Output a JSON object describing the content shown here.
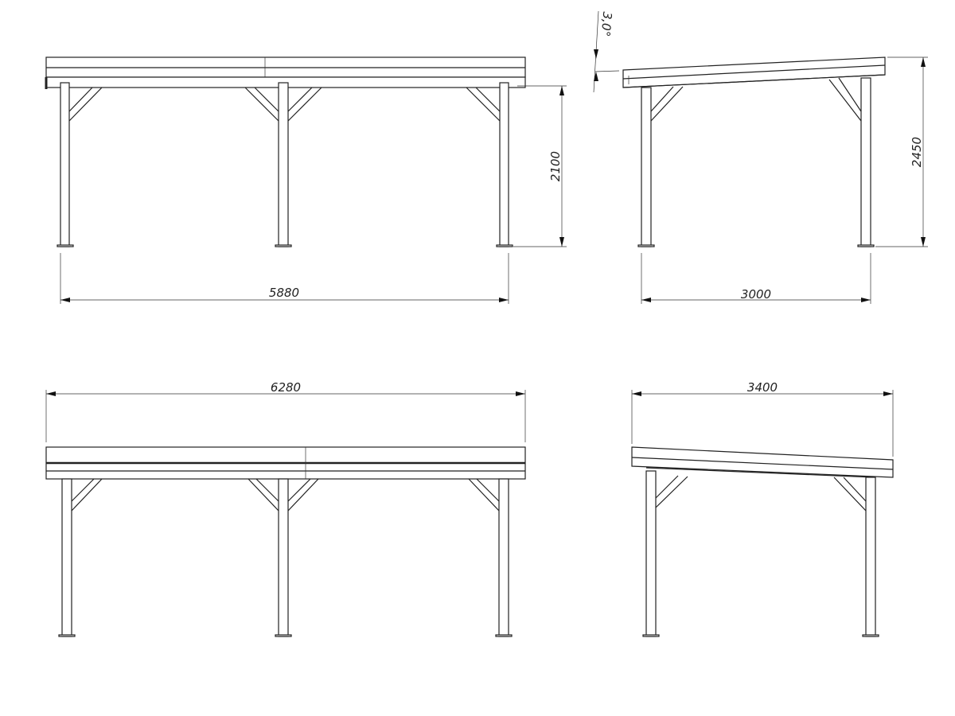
{
  "title": "Carport drawing views",
  "dimensions": {
    "front_width": "5880",
    "front_height": "2100",
    "side_depth": "3000",
    "side_height": "2450",
    "roof_angle": "3,0°",
    "roof_length": "6280",
    "roof_depth": "3400"
  },
  "colors": {
    "line": "#222222",
    "background": "#ffffff"
  }
}
